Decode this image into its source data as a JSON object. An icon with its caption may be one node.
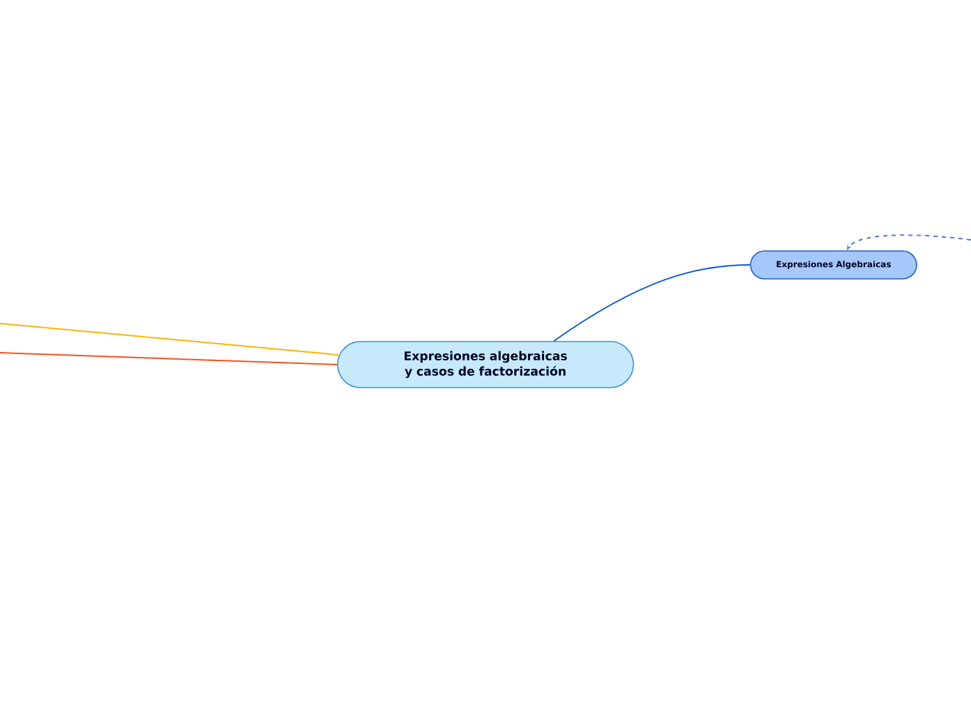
{
  "diagram": {
    "nodes": [
      {
        "text": [
          "Expresiones algebraicas y casos de factorización"
        ]
      },
      {
        "text": [
          "Expresiones Algebraicas"
        ]
      }
    ],
    "edges": [
      {
        "from": 0,
        "to": 1,
        "arrow": "none",
        "color": "#0a5ccc"
      },
      {
        "from": null,
        "to": 0,
        "arrow": "none",
        "color": "#ffb300"
      },
      {
        "from": null,
        "to": 0,
        "arrow": "none",
        "color": "#f4511e"
      },
      {
        "from": null,
        "to": 1,
        "arrow": "to",
        "style": "dashed",
        "color": "#4f74e8"
      }
    ]
  }
}
